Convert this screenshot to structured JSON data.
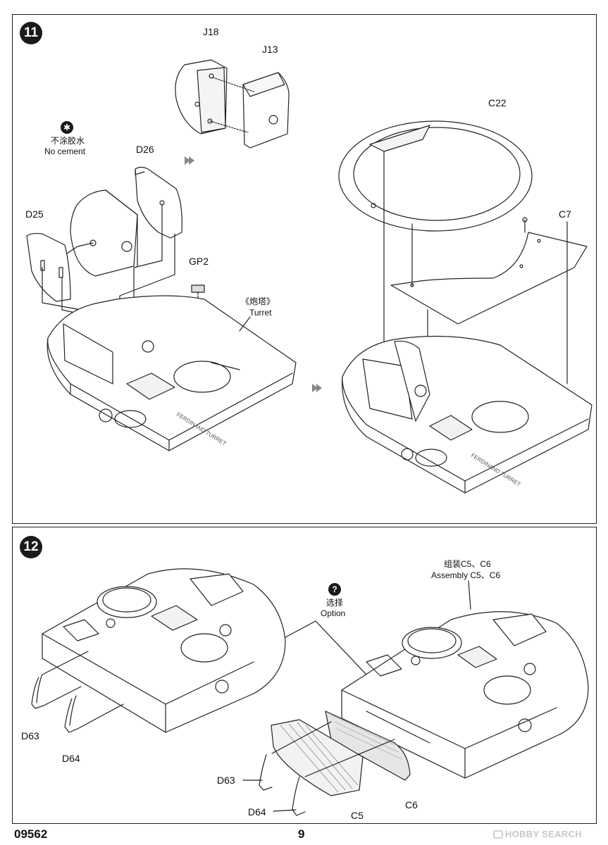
{
  "footer": {
    "code": "09562",
    "page_number": "9",
    "watermark": "HOBBY SEARCH"
  },
  "step11": {
    "number": "11",
    "labels": {
      "j18": "J18",
      "j13": "J13",
      "c22": "C22",
      "c7": "C7",
      "d26": "D26",
      "d25": "D25",
      "gp2": "GP2",
      "no_cement_cn": "不涂胶水",
      "no_cement_en": "No cement",
      "turret_cn": "《炮塔》",
      "turret_en": "Turret",
      "turret_stamp": "FERDINAND TURRET"
    },
    "icons": {
      "no_cement": "no-cement-icon"
    }
  },
  "step12": {
    "number": "12",
    "labels": {
      "assembly_cn": "组装C5、C6",
      "assembly_en": "Assembly C5、C6",
      "option_cn": "选择",
      "option_en": "Option",
      "d63_left": "D63",
      "d64_left": "D64",
      "d63_right": "D63",
      "d64_right": "D64",
      "c5": "C5",
      "c6": "C6"
    },
    "icons": {
      "option": "question-mark-icon"
    }
  }
}
